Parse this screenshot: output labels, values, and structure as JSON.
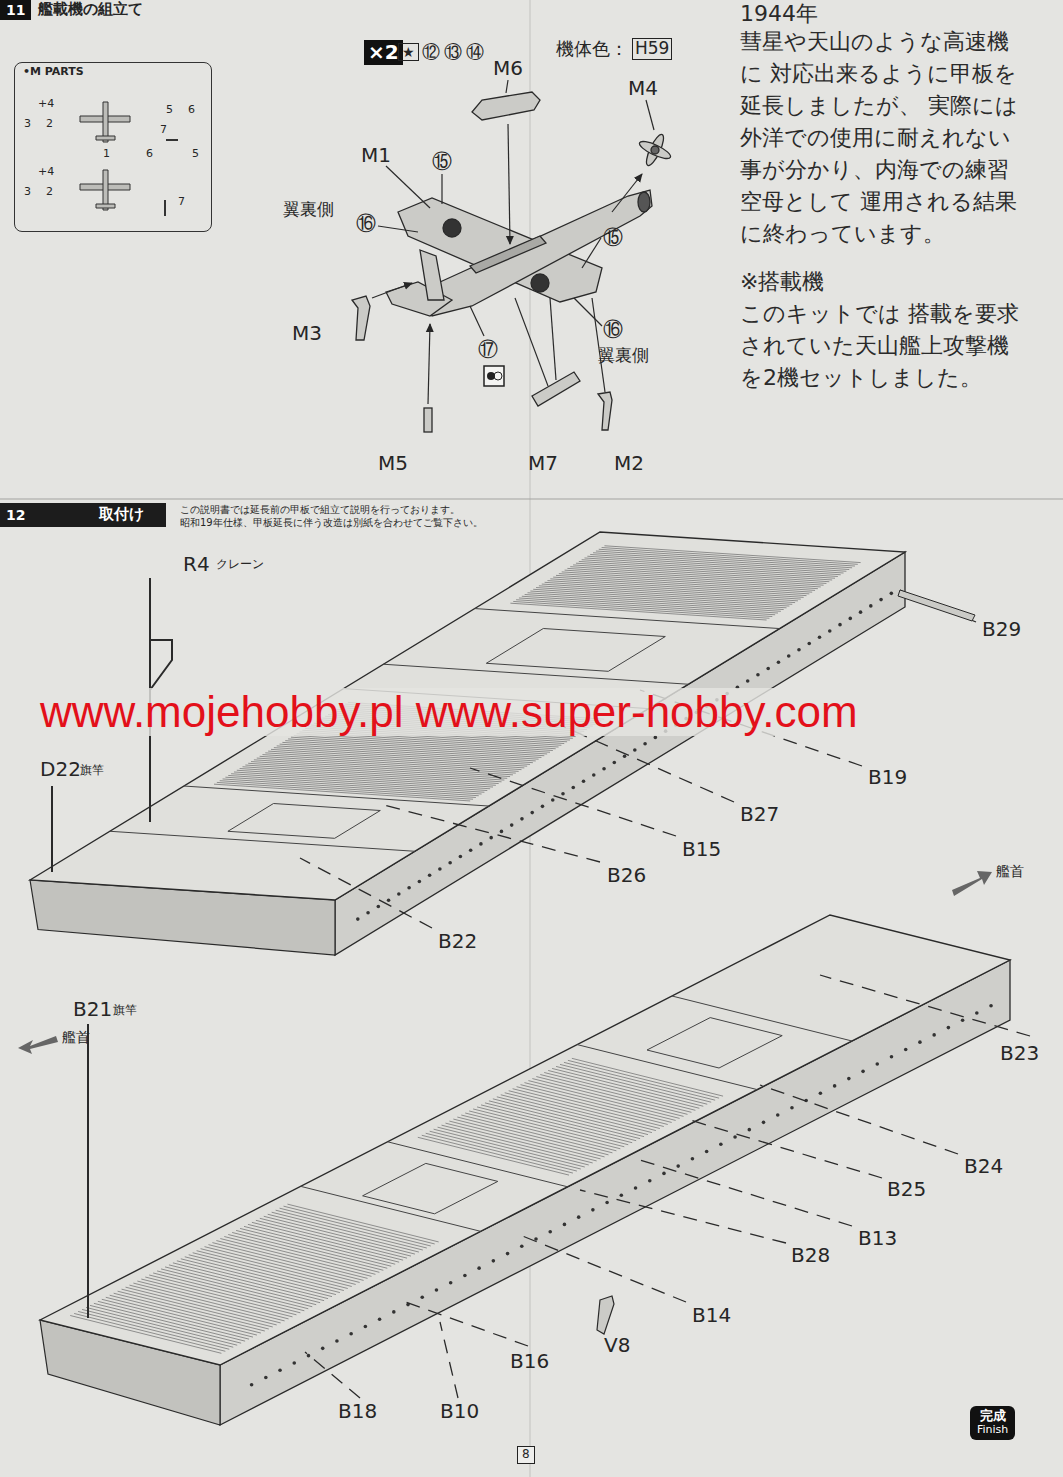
{
  "diagram": {
    "nodes": [
      {
        "text": [
          "11",
          "艦載機の組立て"
        ]
      },
      {
        "text": [
          "•M PARTS"
        ]
      },
      {
        "text": [
          "×2"
        ]
      },
      {
        "text": [
          "★"
        ]
      },
      {
        "text": [
          "H59"
        ]
      },
      {
        "text": [
          "12",
          "取付け"
        ]
      },
      {
        "text": [
          "8"
        ]
      },
      {
        "text": [
          "完成",
          "Finish"
        ]
      }
    ],
    "labels": [
      "+4",
      "3",
      "2",
      "5",
      "6",
      "7",
      "1",
      "6",
      "5",
      "+4",
      "3",
      "2",
      "7",
      "⑫",
      "⑬",
      "⑭",
      "機体色：",
      "M6",
      "M4",
      "M1",
      "⑮",
      "翼裏側",
      "⑯",
      "⑮",
      "M3",
      "⑯",
      "翼裏側",
      "⑰",
      "M5",
      "M7",
      "M2",
      "1944年",
      "彗星や天山のような高速機",
      "に 対応出来るように甲板を",
      "延長しましたが、 実際には",
      "外洋での使用に耐えれない",
      "事が分かり、内海での練習",
      "空母として 運用される結果",
      "に終わっています。",
      "※搭載機",
      "このキットでは 搭載を要求",
      "されていた天山艦上攻撃機",
      "を2機セットしました。",
      "この説明書では延長前の甲板で組立て説明を行っております。",
      "昭和19年仕様、甲板延長に伴う改造は別紙を合わせてご覧下さい。",
      "www.mojehobby.pl www.super-hobby.com",
      "R4",
      "クレーン",
      "D22",
      "旗竿",
      "B29",
      "B19",
      "B27",
      "B15",
      "B26",
      "B22",
      "艦首",
      "艦首",
      "B23",
      "B21",
      "旗竿",
      "B24",
      "B25",
      "B13",
      "B28",
      "B14",
      "V8",
      "B16",
      "B18",
      "B10"
    ]
  }
}
